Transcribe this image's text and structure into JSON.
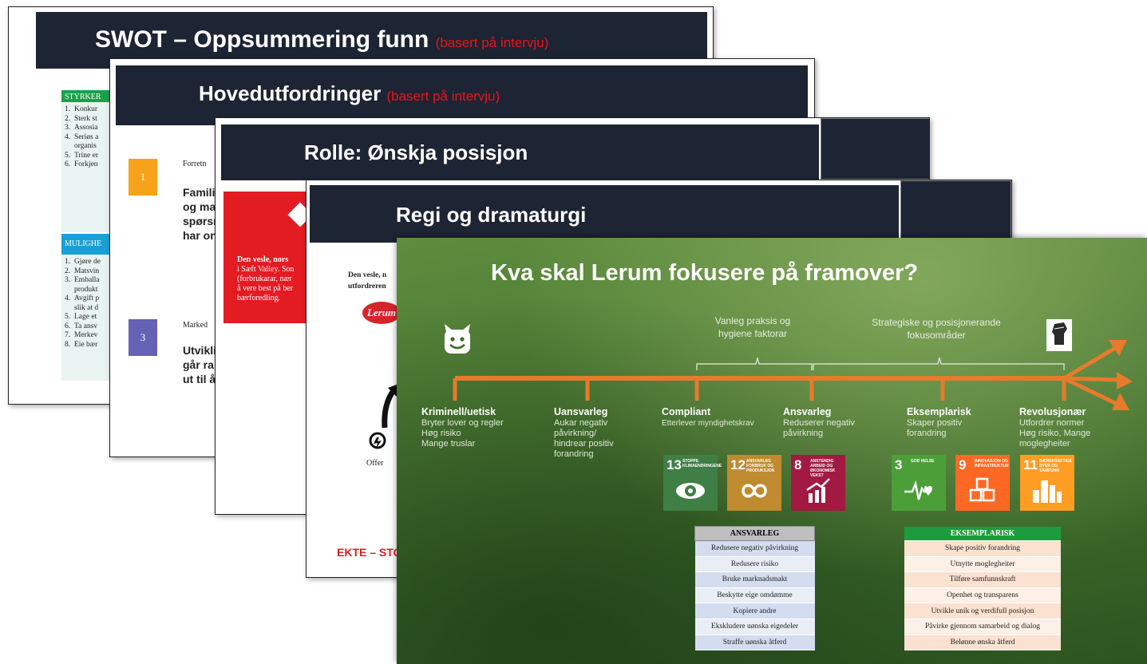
{
  "slide1": {
    "title": "SWOT – Oppsummering funn",
    "subtitle": "(basert på intervju)",
    "strengths_header": "STYRKER",
    "strengths": [
      "Konkur",
      "Sterk st",
      "Assosia",
      "Seriøs a",
      "organis",
      "Trine er",
      "Forkjen"
    ],
    "strengths_nums": [
      "1.",
      "2.",
      "3.",
      "4.",
      "",
      "5.",
      "6."
    ],
    "opportunities_header": "MULIGHE",
    "opportunities": [
      "Gjøre de",
      "Matsvin",
      "Emballa",
      "produkt",
      "Avgift p",
      "slik at d",
      "Lage et",
      "Ta ansv",
      "Merkev",
      "Eie bær"
    ],
    "opportunities_nums": [
      "1.",
      "2.",
      "3.",
      "",
      "4.",
      "",
      "5.",
      "6.",
      "7.",
      "8."
    ]
  },
  "slide2": {
    "title": "Hovedutfordringer",
    "subtitle": "(basert på intervju)",
    "item1_number": "1",
    "item1_label": "Forretn",
    "item1_lines": [
      "Famili",
      "og ma",
      "spørsr",
      "har on"
    ],
    "item3_number": "3",
    "item3_label": "Marked",
    "item3_lines": [
      "Utvikli",
      "går ra",
      "ut til å"
    ]
  },
  "slide3": {
    "title": "Rolle: Ønskja posisjon",
    "red_bold": "Den vesle, nors",
    "red_lines": [
      "i Sæft Valley. Son",
      "(forbrukarar, nær",
      "å vere best på ber",
      "bærforedling."
    ]
  },
  "slide4": {
    "title": "Regi og dramaturgi",
    "intro_lines": [
      "Den vesle, n",
      "utfordreren"
    ],
    "logo_text": "Lerum",
    "offer_label": "Offer",
    "bottom_text": "EKTE – STO"
  },
  "slide5": {
    "title": "Kva skal Lerum fokusere på framover?",
    "bracket1_label": "Vanleg praksis og\nhygiene faktorar",
    "bracket2_label": "Strategiske og posisjonerande\nfokusområder",
    "devil_icon": "devil-smiley-icon",
    "fist_icon": "raised-fist-icon",
    "stages": [
      {
        "title": "Kriminell/uetisk",
        "desc": "Bryter lover og regler\nHøg risiko\nMange truslar"
      },
      {
        "title": "Uansvarleg",
        "desc": "Aukar negativ\npåvirkning/\nhindrear positiv\nforandring"
      },
      {
        "title": "Compliant",
        "desc": "Etterlever myndighetskrav"
      },
      {
        "title": "Ansvarleg",
        "desc": "Reduserer negativ\npåvirkning"
      },
      {
        "title": "Eksemplarisk",
        "desc": "Skaper positiv\nforandring"
      },
      {
        "title": "Revolusjonær",
        "desc": "Utfordrer normer\nHøg risiko, Mange\nmoglegheiter"
      }
    ],
    "sdgs": [
      {
        "num": "13",
        "label": "Stoppe klimaendringene",
        "color": "#3f7e44",
        "icon": "eye-globe-icon"
      },
      {
        "num": "12",
        "label": "Ansvarleg forbruk og produksjon",
        "color": "#bf8b2e",
        "icon": "infinity-icon"
      },
      {
        "num": "8",
        "label": "Anstendig arbeid og økonomisk vekst",
        "color": "#a21942",
        "icon": "growth-chart-icon"
      },
      {
        "num": "3",
        "label": "God helse",
        "color": "#4c9f38",
        "icon": "heartbeat-icon"
      },
      {
        "num": "9",
        "label": "Innovasjon og infrastruktur",
        "color": "#fd6925",
        "icon": "cubes-icon"
      },
      {
        "num": "11",
        "label": "Bærekraftige byer og samfunn",
        "color": "#fd9d24",
        "icon": "city-icon"
      }
    ],
    "table_ansvarleg": {
      "header": "ANSVARLEG",
      "rows": [
        "Redusere negativ påvirkning",
        "Redusere risiko",
        "Bruke marknadsmakt",
        "Beskytte eige omdømme",
        "Kopiere andre",
        "Ekskludere uønska eigedeler",
        "Straffe uønska åtferd"
      ]
    },
    "table_eksemplarisk": {
      "header": "EKSEMPLARISK",
      "rows": [
        "Skape positiv forandring",
        "Utnytte moglegheiter",
        "Tilføre samfunnskraft",
        "Openhet og transparens",
        "Utvikle unik og verdifull posisjon",
        "Påvirke gjennom samarbeid og dialog",
        "Belønne ønska åtferd"
      ]
    },
    "colors": {
      "arrow": "#e87a2c",
      "grass_dark": "#2c4d1f",
      "grass_light": "#6e9a4a"
    }
  }
}
